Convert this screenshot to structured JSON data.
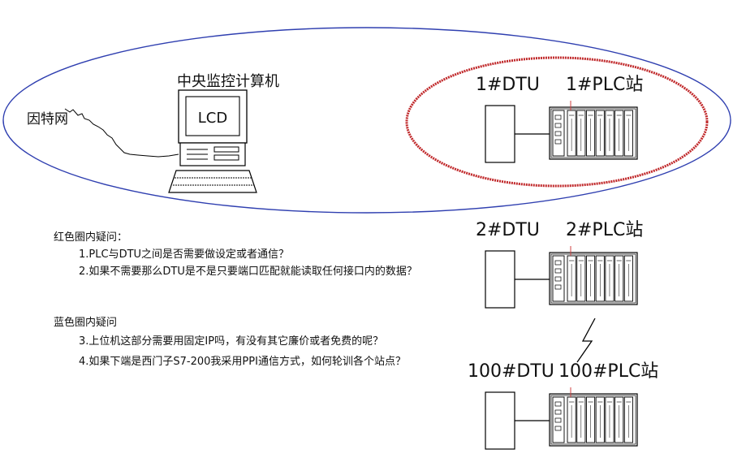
{
  "colors": {
    "background": "#ffffff",
    "line": "#000000",
    "blue_ellipse": "#2f3fb0",
    "red_ellipse": "#c0282a",
    "plc_accent": "#d04040",
    "text": "#111111"
  },
  "labels": {
    "central_computer": "中央监控计算机",
    "lcd": "LCD",
    "internet": "因特网",
    "dtu1": "1#DTU",
    "plc1": "1#PLC站",
    "dtu2": "2#DTU",
    "plc2": "2#PLC站",
    "dtu100": "100#DTU",
    "plc100": "100#PLC站"
  },
  "questions": {
    "red_heading": "红色圈内疑问：",
    "red_q1": "1.PLC与DTU之间是否需要做设定或者通信？",
    "red_q2": "2.如果不需要那么DTU是不是只要端口匹配就能读取任何接口内的数据？",
    "blue_heading": "蓝色圈内疑问",
    "blue_q3": "3.上位机这部分需要用固定IP吗，有没有其它廉价或者免费的呢？",
    "blue_q4": "4.如果下端是西门子S7-200我采用PPI通信方式，如何轮训各个站点？"
  }
}
